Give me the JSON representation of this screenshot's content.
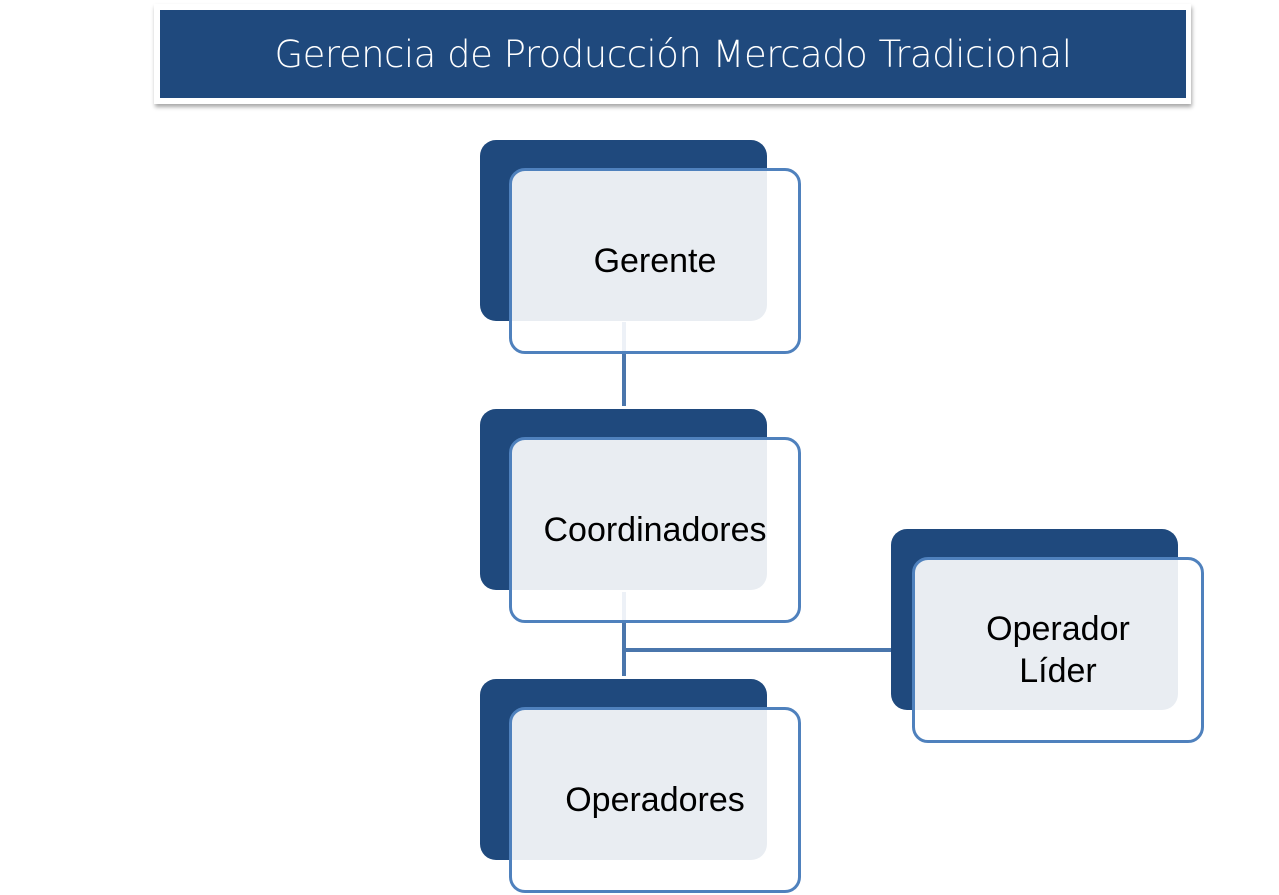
{
  "title": "Gerencia de Producción Mercado Tradicional",
  "nodes": {
    "gerente": "Gerente",
    "coordinadores": "Coordinadores",
    "operadores": "Operadores",
    "operador_lider": "Operador Líder"
  },
  "colors": {
    "dark": "#1F497D",
    "accent": "#4F81BD"
  }
}
